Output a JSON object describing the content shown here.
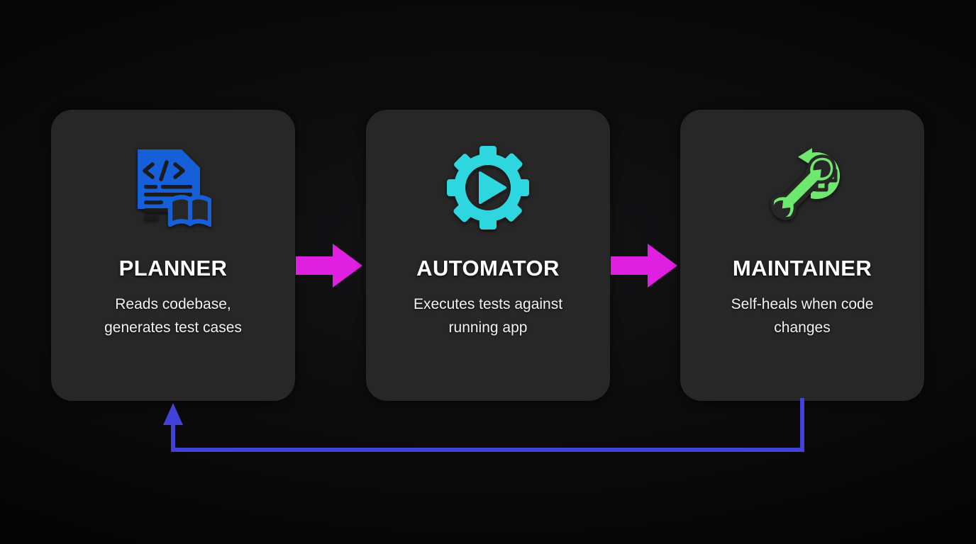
{
  "meta": {
    "background_color": "#0a0a0b",
    "card_color": "#272727",
    "title_color": "#ffffff",
    "desc_color": "#f2f2f2",
    "arrow_color": "#e020e0",
    "loop_color": "#4242d8"
  },
  "cards": [
    {
      "id": "planner",
      "title": "PLANNER",
      "description": "Reads codebase,\ngenerates test cases",
      "icon": "code-document-book-icon",
      "icon_color": "#1560d8"
    },
    {
      "id": "automator",
      "title": "AUTOMATOR",
      "description": "Executes tests against\nrunning app",
      "icon": "gear-play-icon",
      "icon_color": "#2ed6e0"
    },
    {
      "id": "maintainer",
      "title": "MAINTAINER",
      "description": "Self-heals when code\nchanges",
      "icon": "wrench-screwdriver-refresh-plus-icon",
      "icon_color": "#6ee86e"
    }
  ],
  "connectors": [
    {
      "id": "planner-to-automator",
      "icon": "right-arrow-icon",
      "color": "#e020e0"
    },
    {
      "id": "automator-to-maintainer",
      "icon": "right-arrow-icon",
      "color": "#e020e0"
    }
  ],
  "feedback_loop": {
    "id": "maintainer-to-planner-loop",
    "icon": "up-arrow-loop-icon",
    "color": "#4242d8"
  }
}
